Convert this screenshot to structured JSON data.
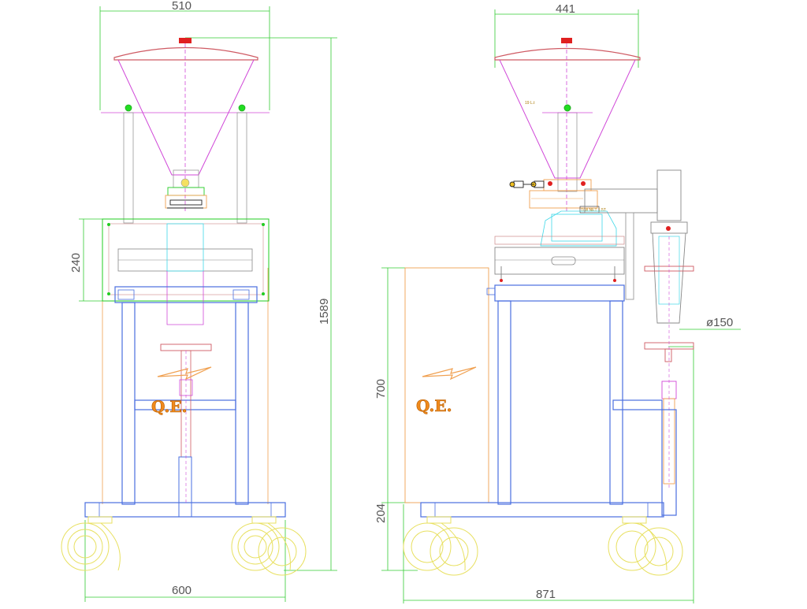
{
  "colors": {
    "frame": "#4a6fe0",
    "hopper": "#d048d8",
    "lid": "#cf5a63",
    "dimension": "#33cc33",
    "panel": "#f0a050",
    "wheel": "#e8e060",
    "accent_green": "#22dd22",
    "accent_red": "#e02020",
    "cyan": "#40d8e8",
    "logo_orange": "#f08a1c"
  },
  "front_view": {
    "dims": {
      "top_width": "510",
      "base_width": "600",
      "height_section": "240",
      "total_height": "1589"
    },
    "logo": "Q.E."
  },
  "side_view": {
    "dims": {
      "top_width": "441",
      "base_width": "871",
      "frame_height": "700",
      "base_height": "204",
      "outlet_diameter": "ø150"
    },
    "logo": "Q.E.",
    "hopper_note": "19 L.t",
    "plate_note": "T/W NET 1.5T"
  }
}
